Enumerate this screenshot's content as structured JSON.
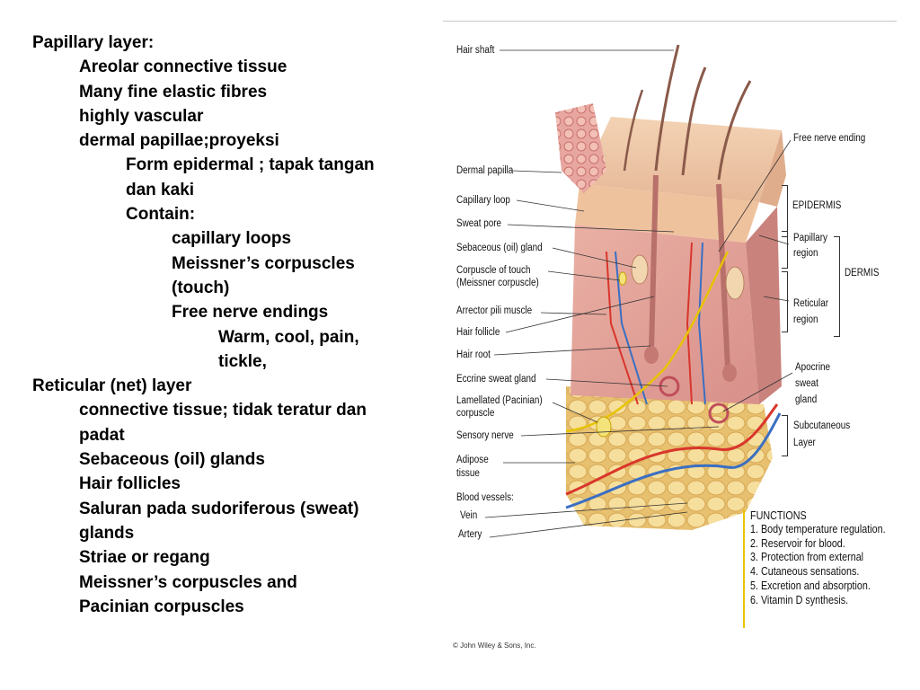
{
  "outline": [
    {
      "level": 0,
      "text": "Papillary layer:"
    },
    {
      "level": 1,
      "text": "Areolar connective tissue"
    },
    {
      "level": 1,
      "text": "Many fine elastic fibres"
    },
    {
      "level": 1,
      "text": "highly vascular"
    },
    {
      "level": 1,
      "text": "dermal papillae;proyeksi"
    },
    {
      "level": 2,
      "text": "Form epidermal ; tapak tangan"
    },
    {
      "level": 2,
      "text": "dan kaki"
    },
    {
      "level": 2,
      "text": "Contain:"
    },
    {
      "level": 3,
      "text": "capillary loops"
    },
    {
      "level": 3,
      "text": "Meissner’s corpuscles"
    },
    {
      "level": 3,
      "text": "(touch)"
    },
    {
      "level": 3,
      "text": "Free nerve endings"
    },
    {
      "level": 4,
      "text": "Warm, cool, pain,"
    },
    {
      "level": 4,
      "text": "tickle,"
    },
    {
      "level": 0,
      "text": "Reticular (net) layer"
    },
    {
      "level": 1,
      "text": "connective tissue; tidak teratur dan"
    },
    {
      "level": 1,
      "text": "padat"
    },
    {
      "level": 1,
      "text": "Sebaceous (oil) glands"
    },
    {
      "level": 1,
      "text": "Hair follicles"
    },
    {
      "level": 1,
      "text": "Saluran pada  sudoriferous (sweat)"
    },
    {
      "level": 1,
      "text": "glands"
    },
    {
      "level": 1,
      "text": "Striae or regang"
    },
    {
      "level": 1,
      "text": "Meissner’s corpuscles and"
    },
    {
      "level": 1,
      "text": "Pacinian corpuscles"
    }
  ],
  "figure": {
    "left_labels": {
      "hair_shaft": "Hair shaft",
      "dermal_papilla": "Dermal papilla",
      "capillary_loop": "Capillary loop",
      "sweat_pore": "Sweat pore",
      "sebaceous_gland": "Sebaceous (oil) gland",
      "corpuscle_touch_1": "Corpuscle of touch",
      "corpuscle_touch_2": "(Meissner corpuscle)",
      "arrector_pili": "Arrector pili muscle",
      "hair_follicle": "Hair follicle",
      "hair_root": "Hair root",
      "eccrine_gland": "Eccrine sweat gland",
      "lamellated_1": "Lamellated (Pacinian)",
      "lamellated_2": "corpuscle",
      "sensory_nerve": "Sensory nerve",
      "adipose_1": "Adipose",
      "adipose_2": "tissue",
      "blood_vessels": "Blood vessels:",
      "vein": "Vein",
      "artery": "Artery"
    },
    "right_labels": {
      "free_nerve_ending": "Free nerve ending",
      "epidermis": "EPIDERMIS",
      "papillary_1": "Papillary",
      "papillary_2": "region",
      "dermis": "DERMIS",
      "reticular_1": "Reticular",
      "reticular_2": "region",
      "apocrine_1": "Apocrine",
      "apocrine_2": "sweat",
      "apocrine_3": "gland",
      "subcutaneous_1": "Subcutaneous",
      "subcutaneous_2": "Layer"
    },
    "functions": {
      "title": "FUNCTIONS",
      "items": [
        "1. Body temperature regulation.",
        "2. Reservoir for blood.",
        "3. Protection from external",
        "4. Cutaneous sensations.",
        "5. Excretion and absorption.",
        "6. Vitamin D synthesis."
      ]
    },
    "credit": "© John Wiley & Sons, Inc.",
    "colors": {
      "epidermis": "#f0c9a8",
      "dermis": "#e2a39a",
      "fat": "#f2d48a",
      "artery": "#d9362b",
      "vein": "#3a6fc2",
      "nerve": "#e8c400"
    }
  }
}
